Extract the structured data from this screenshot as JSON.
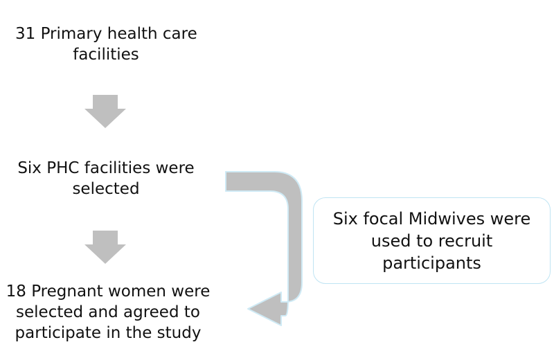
{
  "steps": [
    {
      "lines": [
        "31 Primary health care",
        "facilities"
      ]
    },
    {
      "lines": [
        "Six PHC facilities were",
        "selected"
      ]
    },
    {
      "lines": [
        "18 Pregnant women were",
        "selected and agreed to",
        "participate in the study"
      ]
    }
  ],
  "side_note": {
    "lines": [
      "Six focal Midwives were",
      "used to recruit",
      "participants"
    ]
  },
  "colors": {
    "arrow_fill": "#bfbfbf",
    "arrow_edge": "#cfeaf5",
    "box_border": "#bfe4f3"
  }
}
